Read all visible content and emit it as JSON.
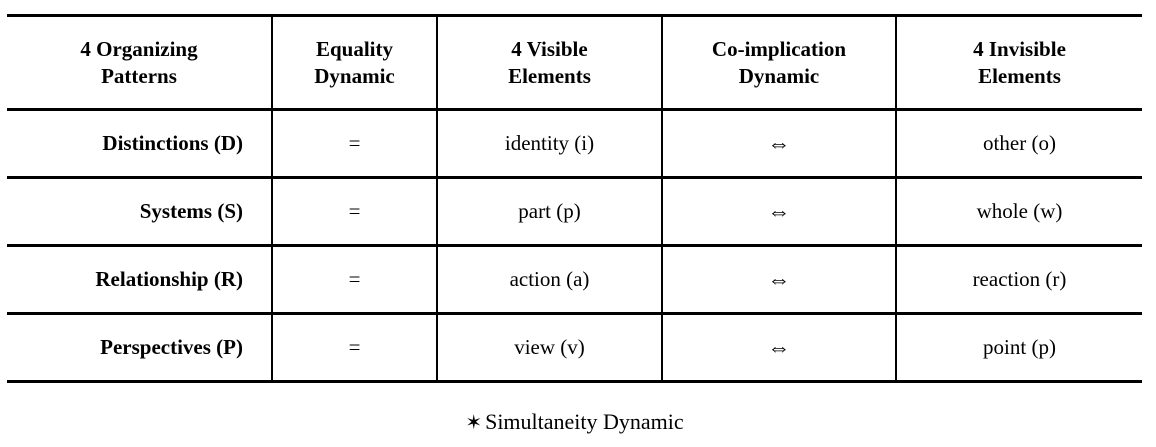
{
  "colors": {
    "text": "#000000",
    "background": "#ffffff",
    "border": "#000000"
  },
  "table": {
    "headers": [
      {
        "label": "4 Organizing\nPatterns"
      },
      {
        "label": "Equality\nDynamic"
      },
      {
        "label": "4 Visible\nElements"
      },
      {
        "label": "Co-implication\nDynamic"
      },
      {
        "label": "4 Invisible\nElements"
      }
    ],
    "rows": [
      {
        "cells": [
          "Distinctions (D)",
          "=",
          "identity (i)",
          "⇔",
          "other (o)"
        ]
      },
      {
        "cells": [
          "Systems (S)",
          "=",
          "part (p)",
          "⇔",
          "whole (w)"
        ]
      },
      {
        "cells": [
          "Relationship (R)",
          "=",
          "action (a)",
          "⇔",
          "reaction (r)"
        ]
      },
      {
        "cells": [
          "Perspectives (P)",
          "=",
          "view (v)",
          "⇔",
          "point (p)"
        ]
      }
    ]
  },
  "caption": {
    "star": "✶",
    "label": "Simultaneity Dynamic"
  }
}
